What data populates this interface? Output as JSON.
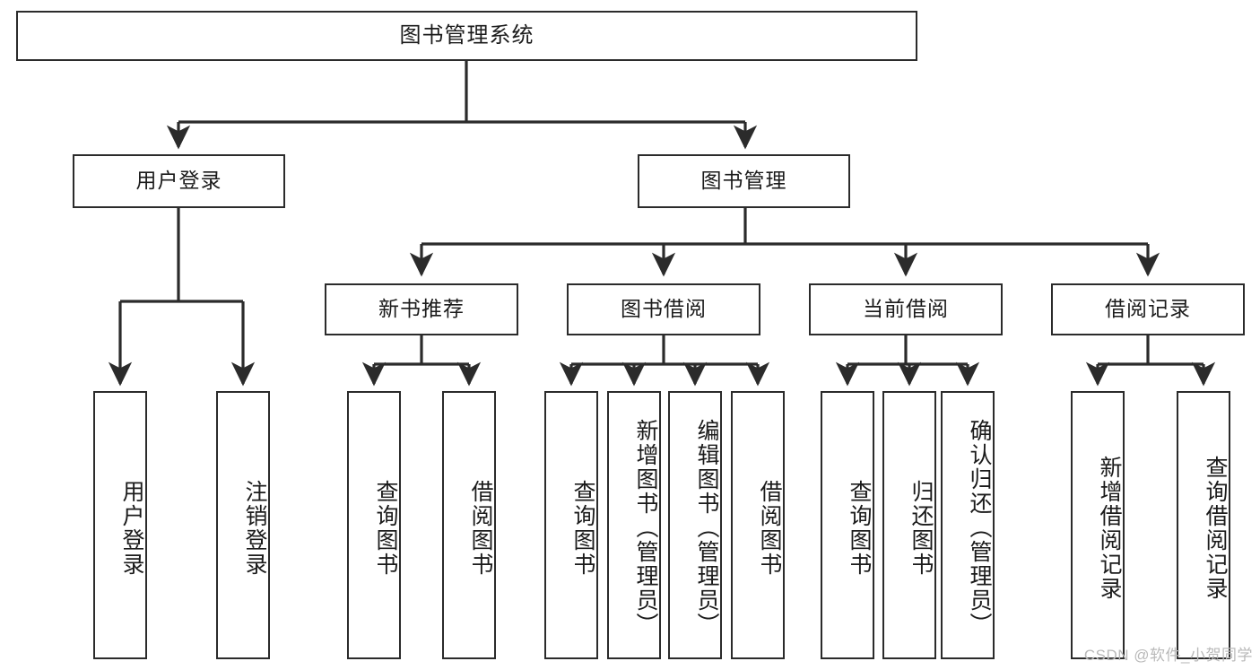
{
  "diagram": {
    "title": "图书管理系统",
    "type": "hierarchy-tree",
    "watermark": "CSDN @软件_小贺同学",
    "colors": {
      "box_border": "#2b2b2b",
      "box_fill": "#ffffff",
      "connector": "#2b2b2b",
      "text": "#1b1b1b",
      "watermark": "#b9b9b9",
      "background": "#ffffff"
    },
    "root": {
      "label": "图书管理系统"
    },
    "level2": [
      {
        "label": "用户登录"
      },
      {
        "label": "图书管理"
      }
    ],
    "level3": [
      {
        "label": "新书推荐"
      },
      {
        "label": "图书借阅"
      },
      {
        "label": "当前借阅"
      },
      {
        "label": "借阅记录"
      }
    ],
    "leaves": {
      "user_login": [
        {
          "label": "用户登录"
        },
        {
          "label": "注销登录"
        }
      ],
      "new_book_recommend": [
        {
          "label": "查询图书"
        },
        {
          "label": "借阅图书"
        }
      ],
      "book_borrow": [
        {
          "label": "查询图书"
        },
        {
          "label": "新增图书（管理员）"
        },
        {
          "label": "编辑图书（管理员）"
        },
        {
          "label": "借阅图书"
        }
      ],
      "current_borrow": [
        {
          "label": "查询图书"
        },
        {
          "label": "归还图书"
        },
        {
          "label": "确认归还（管理员）"
        }
      ],
      "borrow_record": [
        {
          "label": "新增借阅记录"
        },
        {
          "label": "查询借阅记录"
        }
      ]
    }
  }
}
